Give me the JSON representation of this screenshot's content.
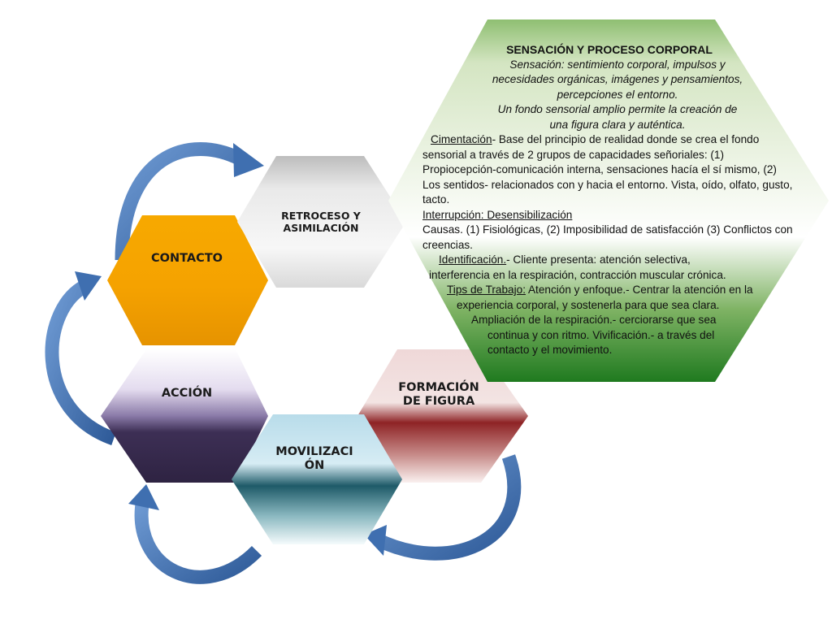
{
  "hexagons": {
    "retroceso": "RETROCESO Y ASIMILACIÓN",
    "contacto": "CONTACTO",
    "accion": "ACCIÓN",
    "movilizacion": "MOVILIZACIÓN",
    "formacion": "FORMACIÓN DE FIGURA"
  },
  "main": {
    "title": "SENSACIÓN Y PROCESO CORPORAL",
    "def1": "Sensación: sentimiento corporal, impulsos y",
    "def2": "necesidades orgánicas, imágenes y pensamientos,",
    "def3": "percepciones el entorno.",
    "def4": "Un fondo sensorial amplio permite la creación de",
    "def5": "una figura clara y auténtica.",
    "cim_label": "Cimentación",
    "cim_text": "- Base del principio de realidad donde se crea el fondo sensorial a través de 2 grupos de capacidades señoriales: (1) Propiocepción-comunicación interna, sensaciones hacía el sí mismo, (2) Los sentidos- relacionados con y hacia el entorno. Vista, oído, olfato, gusto, tacto.",
    "int_label": "Interrupción: Desensibilización",
    "int_text": "Causas. (1) Fisiológicas, (2) Imposibilidad de satisfacción (3) Conflictos con creencias.",
    "id_label": "Identificación.",
    "id_text1": "- Cliente presenta: atención selectiva,",
    "id_text2": "interferencia en la respiración, contracción muscular crónica.",
    "tips_label": "Tips de Trabajo:",
    "tips_text1": " Atención y enfoque.- Centrar la atención en la",
    "tips_text2": "experiencia corporal, y sostenerla para que sea clara.",
    "amp1": "Ampliación de la respiración.- cerciorarse que sea",
    "amp2": "continua y con ritmo. Vivificación.- a través del",
    "amp3": "contacto y el movimiento."
  },
  "colors": {
    "contacto": "#f5a200",
    "accion": "#3d2f55",
    "movilizacion": "#1e5a68",
    "formacion": "#8e2325",
    "retroceso": "#d3d3d3",
    "main": "#1f7a1f",
    "arrow": "#3f6fb0"
  }
}
